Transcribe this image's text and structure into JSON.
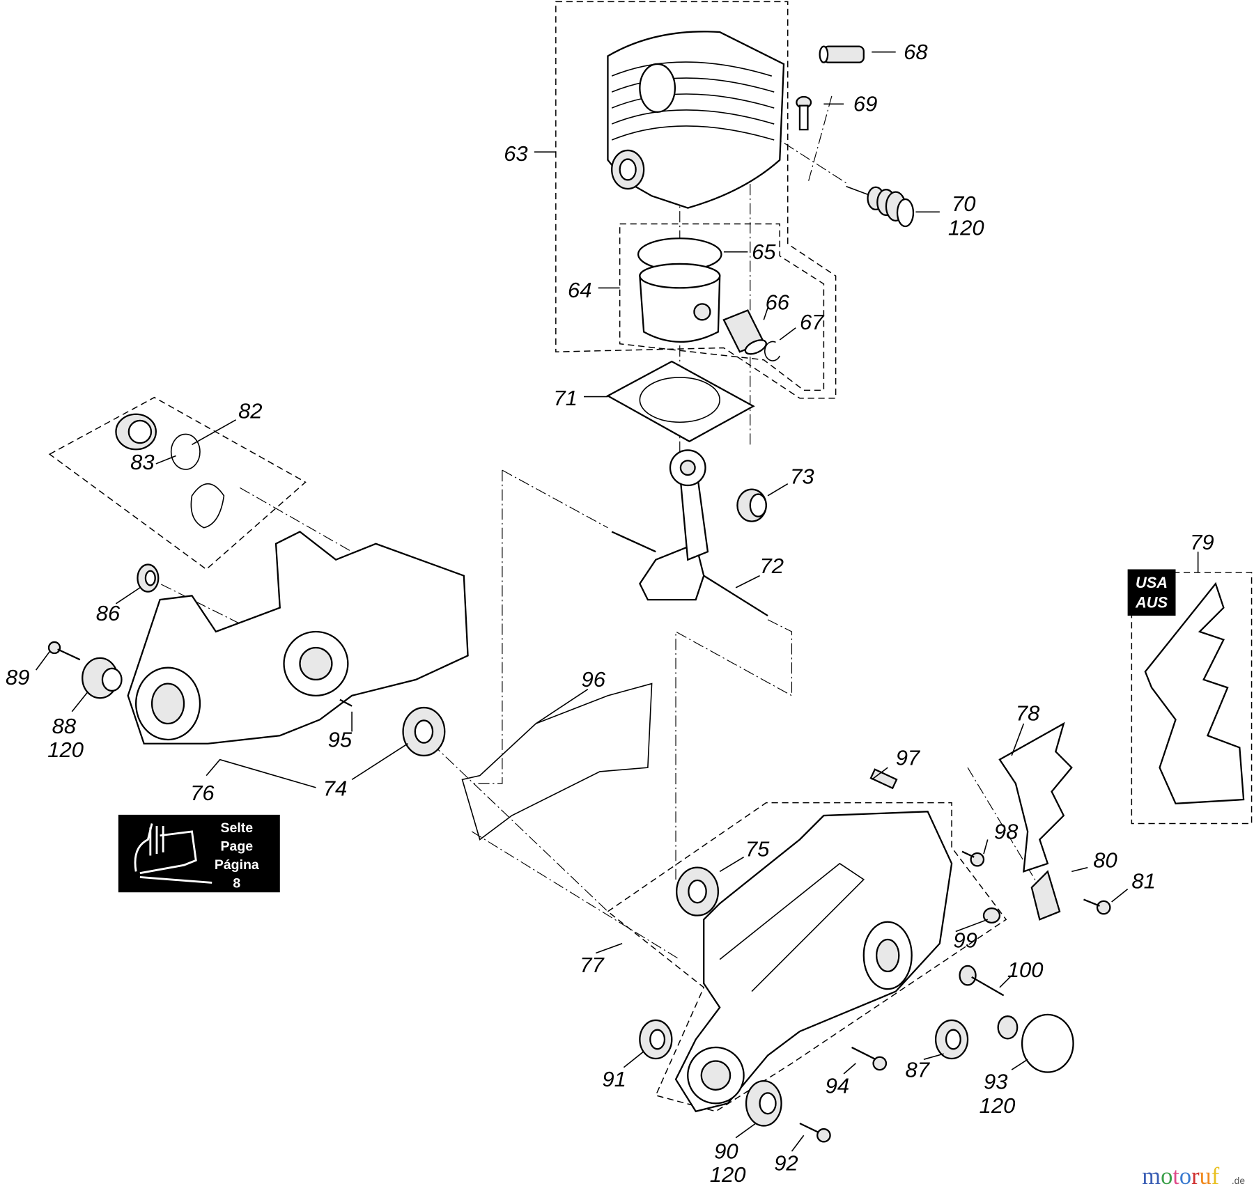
{
  "diagram": {
    "callouts": {
      "p63": "63",
      "p64": "64",
      "p65": "65",
      "p66": "66",
      "p67": "67",
      "p68": "68",
      "p69": "69",
      "p70": "70",
      "p70b": "120",
      "p71": "71",
      "p72": "72",
      "p73": "73",
      "p74": "74",
      "p75": "75",
      "p76": "76",
      "p77": "77",
      "p78": "78",
      "p79": "79",
      "p80": "80",
      "p81": "81",
      "p82": "82",
      "p83": "83",
      "p86": "86",
      "p87": "87",
      "p88": "88",
      "p88b": "120",
      "p89": "89",
      "p90": "90",
      "p90b": "120",
      "p91": "91",
      "p92": "92",
      "p93": "93",
      "p93b": "120",
      "p94": "94",
      "p95": "95",
      "p96": "96",
      "p97": "97",
      "p98": "98",
      "p99": "99",
      "p100": "100"
    },
    "region_tag": {
      "line1": "USA",
      "line2": "AUS"
    },
    "page_ref": {
      "line1": "Selte",
      "line2": "Page",
      "line3": "Página",
      "line4": "8",
      "icon": "boot-icon"
    },
    "watermark": {
      "main": "motoruf",
      "suffix": ".de",
      "colors": [
        "#3b5fb5",
        "#3aa04a",
        "#e04a8a",
        "#3a7ad0",
        "#d03030",
        "#f08a20",
        "#e8c020"
      ]
    }
  }
}
